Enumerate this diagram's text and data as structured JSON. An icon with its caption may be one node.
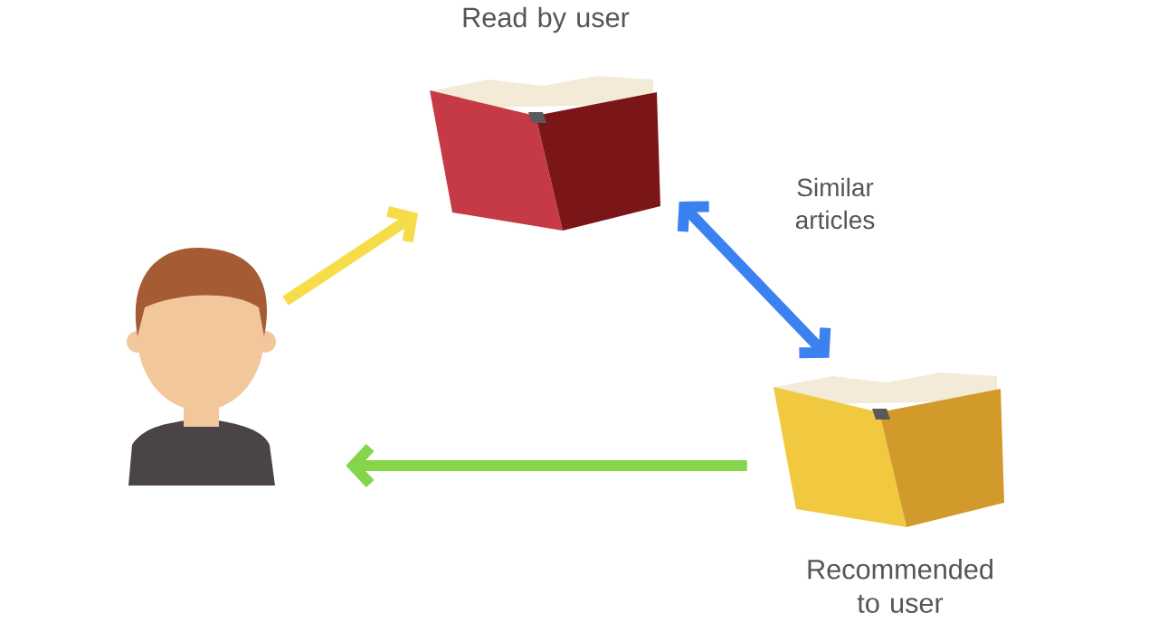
{
  "diagram": {
    "nodes": [
      {
        "text": [],
        "shape": "person"
      },
      {
        "text": [],
        "shape": "picture",
        "beside": [
          "Read by user"
        ]
      },
      {
        "text": [],
        "shape": "picture",
        "beside": [
          "Recommended to user"
        ]
      }
    ],
    "edges": [
      {
        "from": 0,
        "to": 1,
        "arrow": "to",
        "color": "#f7dc4a"
      },
      {
        "from": 1,
        "to": 2,
        "arrow": "both",
        "label": "Similar articles",
        "color": "#3b82f0"
      },
      {
        "from": 2,
        "to": 0,
        "arrow": "to",
        "color": "#86d44a"
      }
    ]
  }
}
